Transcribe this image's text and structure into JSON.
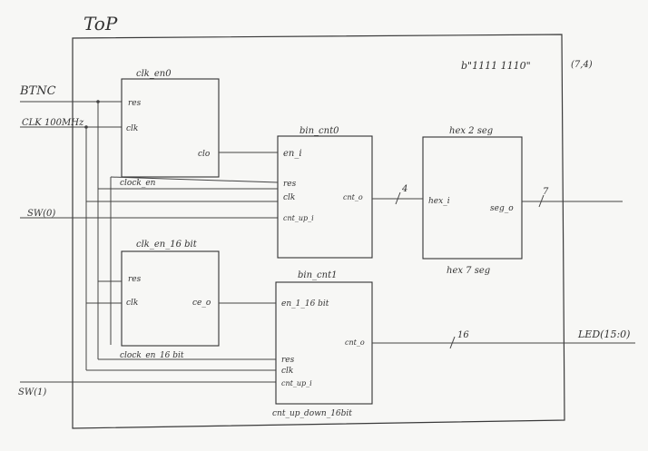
{
  "top_label": "ToP",
  "top_note": {
    "value": "b\"1111 1110\"",
    "tag": "(7,4)"
  },
  "inputs": {
    "btnc": "BTNC",
    "clk": "CLK 100MHz",
    "sw0": "SW(0)",
    "sw1": "SW(1)"
  },
  "outputs": {
    "led": "LED(15:0)"
  },
  "blocks": {
    "clk_en0": {
      "title": "clk_en0",
      "port_res": "res",
      "port_clk": "clk",
      "port_out": "clo",
      "caption": "clock_en"
    },
    "bin_cnt0": {
      "title": "bin_cnt0",
      "port_en": "en_i",
      "port_res": "res",
      "port_clk": "clk",
      "port_up": "cnt_up_i",
      "port_out": "cnt_o"
    },
    "hex2seg": {
      "title": "hex 2 seg",
      "port_in": "hex_i",
      "port_out": "seg_o",
      "caption": "hex 7 seg"
    },
    "clk_en_16": {
      "title": "clk_en_16 bit",
      "port_res": "res",
      "port_clk": "clk",
      "port_out": "ce_o",
      "caption": "clock_en_16 bit"
    },
    "bin_cnt1": {
      "title": "bin_cnt1",
      "port_en": "en_1_16 bit",
      "port_res": "res",
      "port_clk": "clk",
      "port_up": "cnt_up_i",
      "port_out": "cnt_o",
      "caption": "cnt_up_down_16bit"
    }
  },
  "bus_widths": {
    "cnt0_to_hex": "4",
    "seg_out": "7",
    "led_out": "16"
  }
}
